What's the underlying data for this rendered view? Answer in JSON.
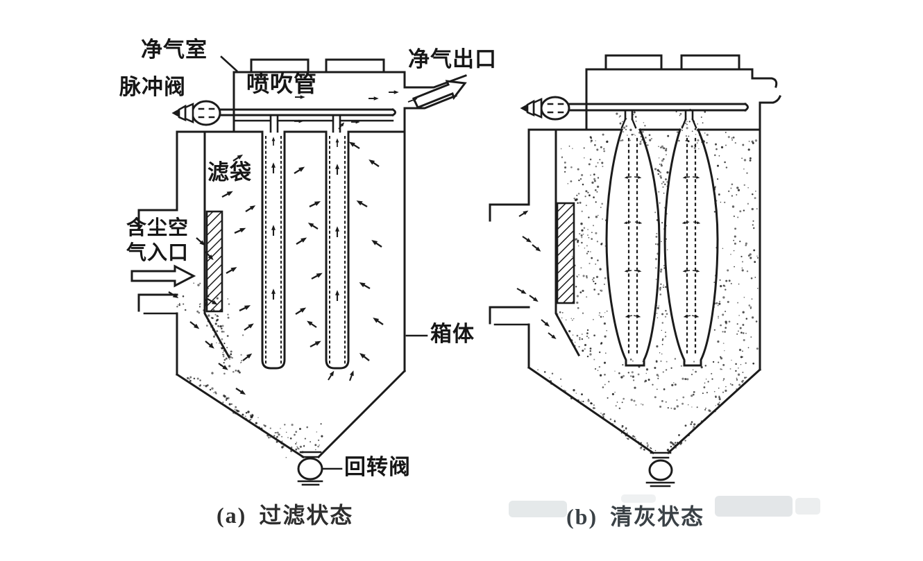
{
  "figure": {
    "title_semantic": "pulse-jet fabric filter baghouse diagram",
    "ink_color": "#1b1b1b",
    "background_color": "#ffffff",
    "diagram_a": {
      "labels": {
        "clean_air_chamber": "净气室",
        "pulse_valve": "脉冲阀",
        "blow_pipe": "喷吹管",
        "clean_air_outlet": "净气出口",
        "filter_bag": "滤袋",
        "dusty_air_inlet_line1": "含尘空",
        "dusty_air_inlet_line2": "气入口",
        "casing": "箱体",
        "rotary_valve": "回转阀"
      },
      "caption_index": "(a)",
      "caption_text": "过滤状态"
    },
    "diagram_b": {
      "caption_index": "(b)",
      "caption_text": "清灰状态"
    }
  }
}
